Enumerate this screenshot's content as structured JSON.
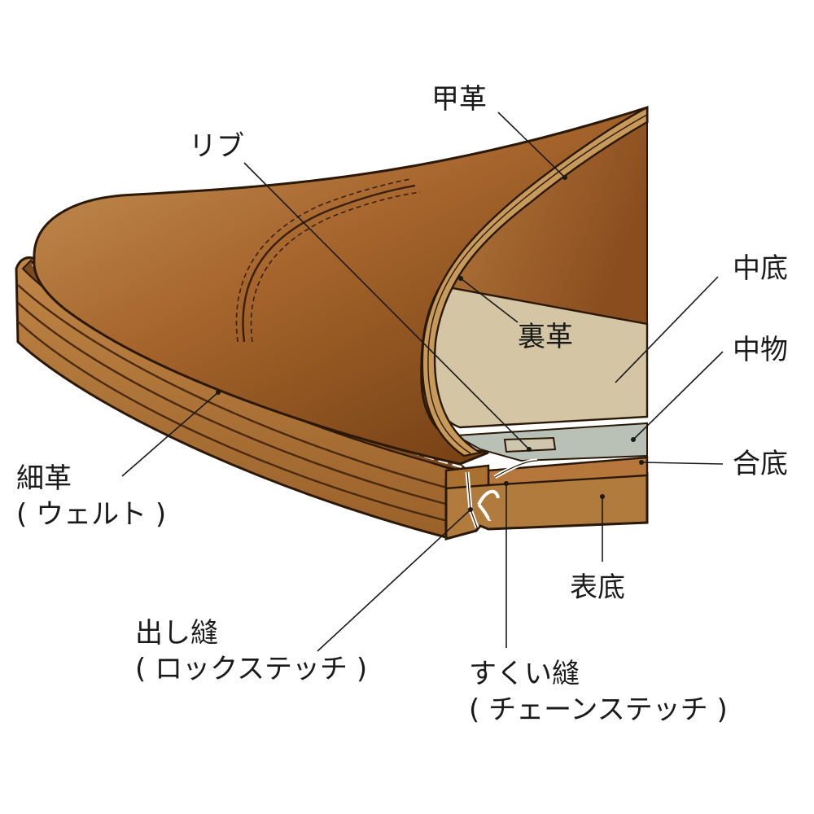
{
  "labels": {
    "upper": "甲革",
    "rib": "リブ",
    "insole": "中底",
    "lining": "裏革",
    "filler": "中物",
    "midsole": "合底",
    "welt_line1": "細革",
    "welt_line2": "( ウェルト )",
    "outsole": "表底",
    "lockstitch_line1": "出し縫",
    "lockstitch_line2": "( ロックステッチ )",
    "chainstitch_line1": "すくい縫",
    "chainstitch_line2": "( チェーンステッチ )"
  },
  "colors": {
    "upper_light": "#c08a4f",
    "upper_dark": "#7a4414",
    "upper_inner": "#a5652f",
    "lining": "#d4c6a4",
    "welt": "#b0773a",
    "welt_dark": "#8a5525",
    "outsole": "#b27b3e",
    "outline": "#2a1808"
  }
}
